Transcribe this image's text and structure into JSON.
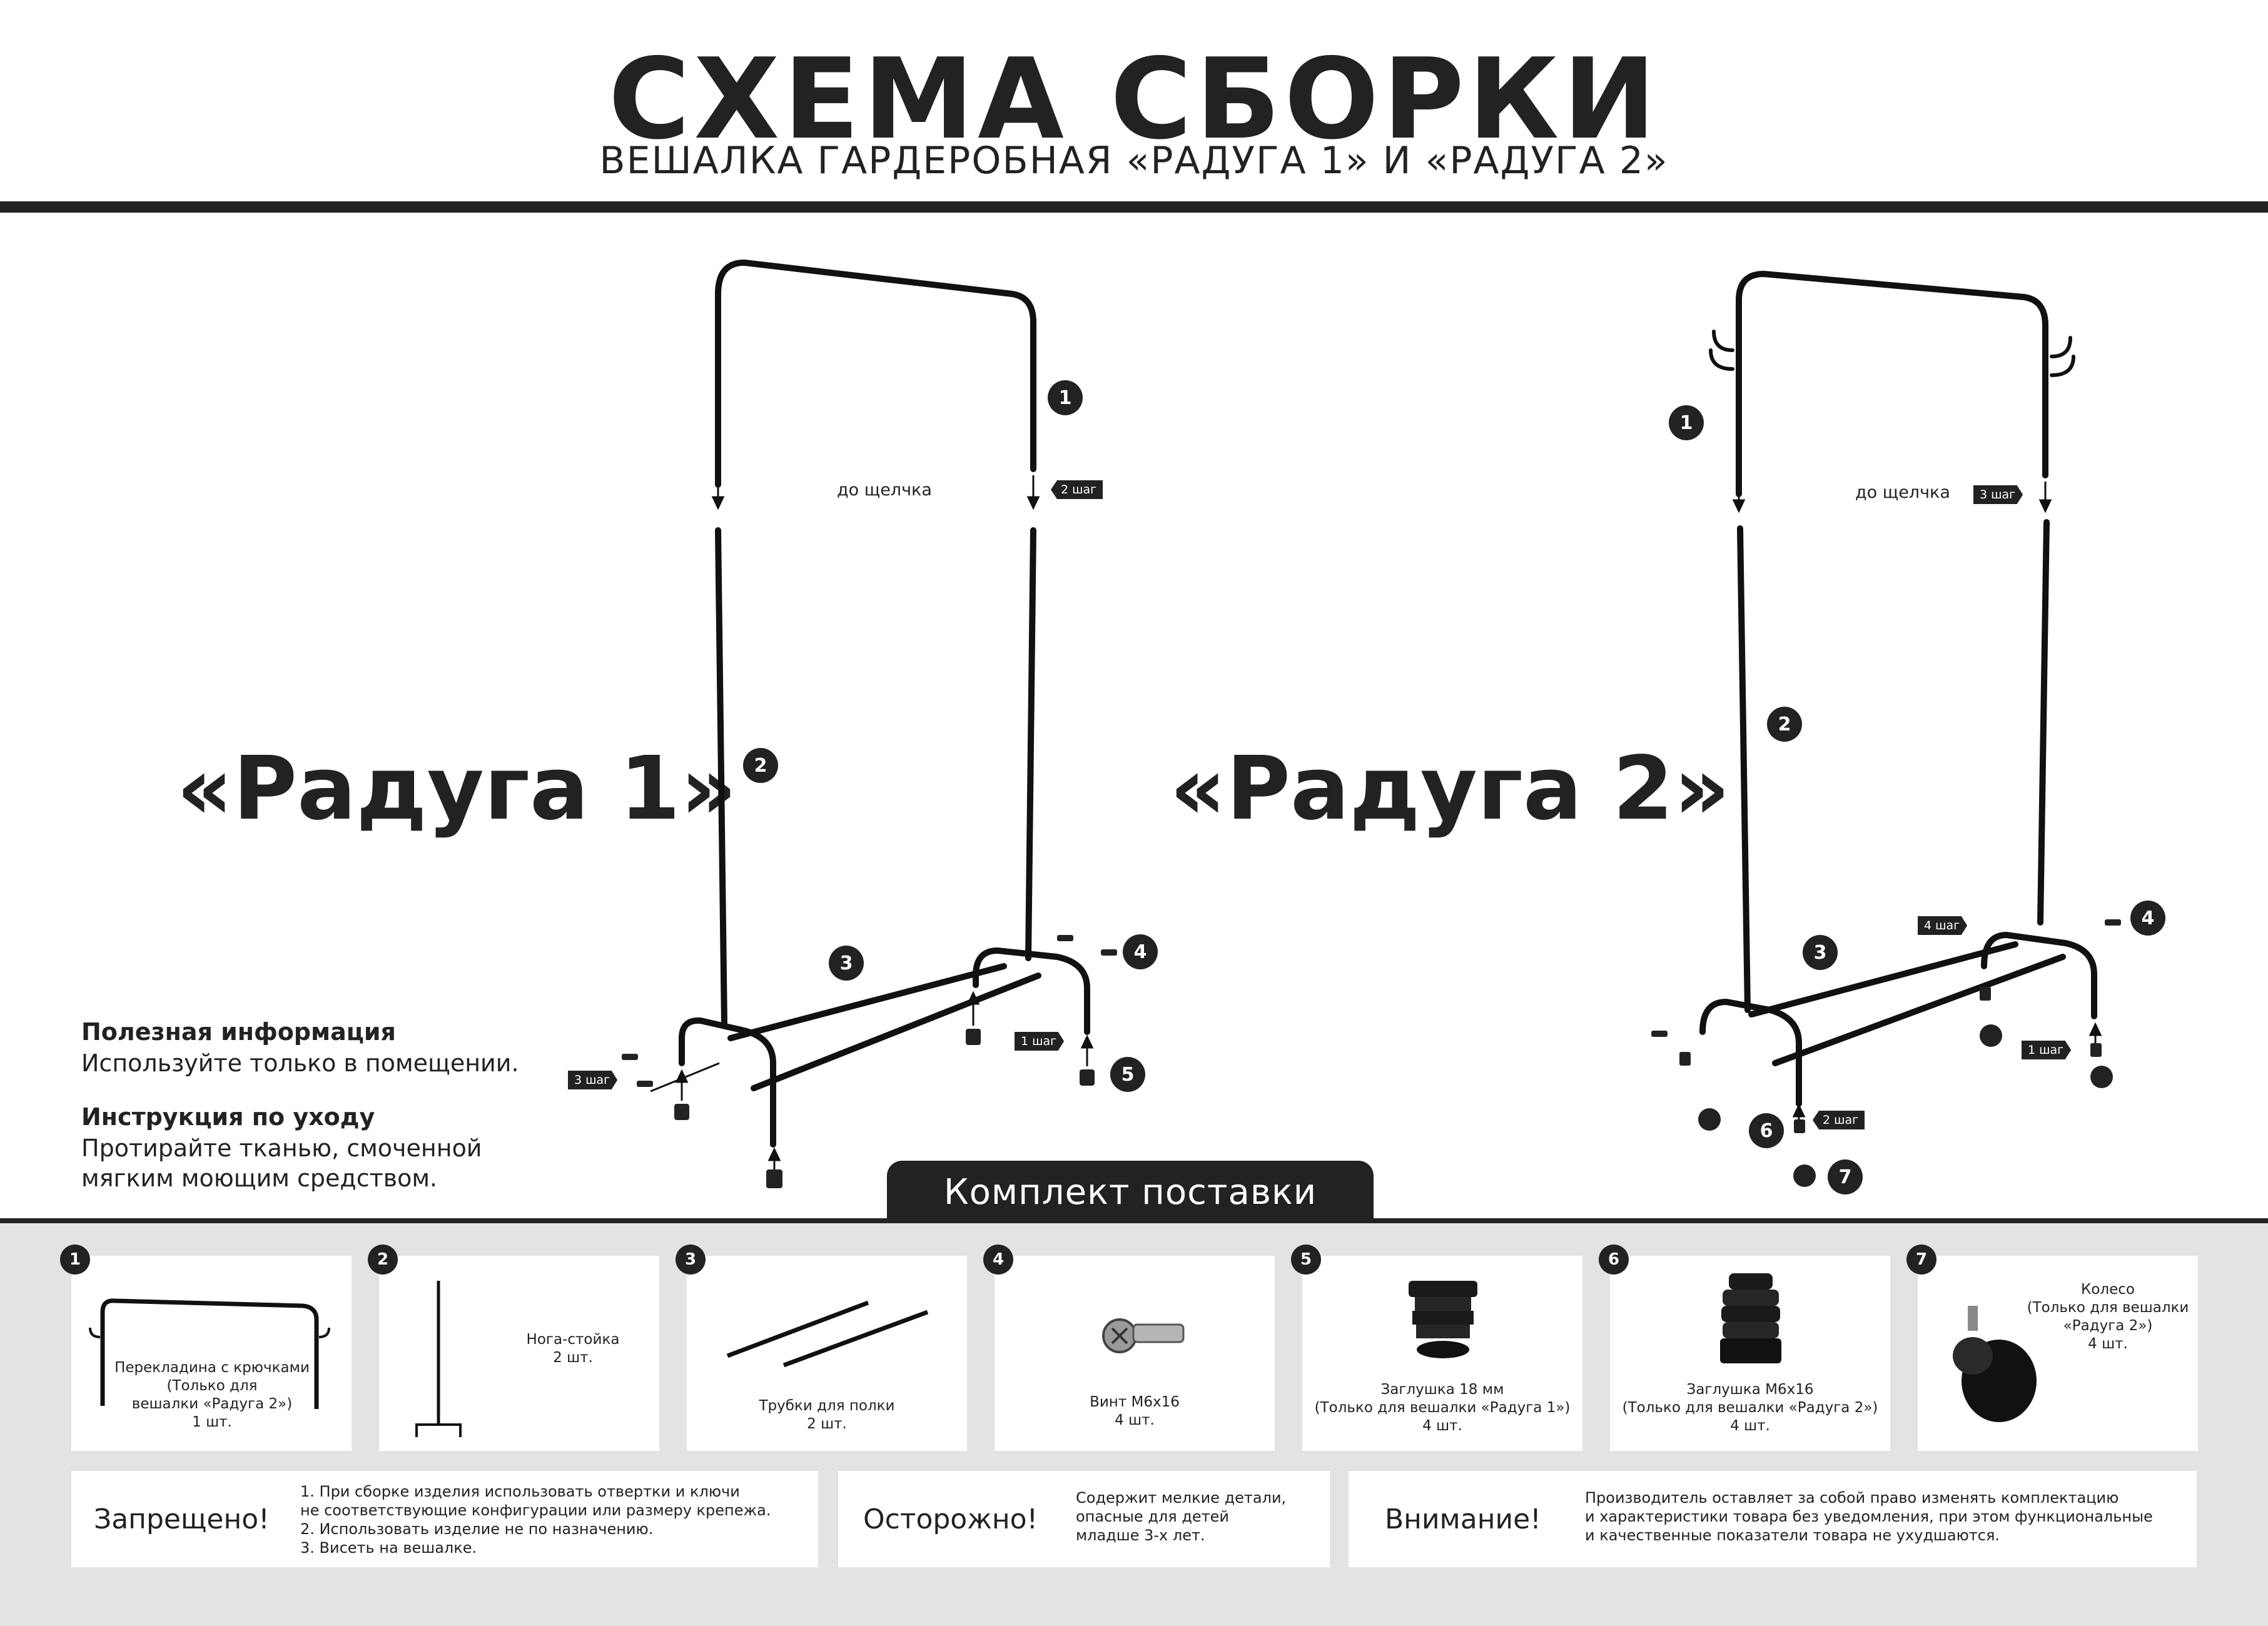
{
  "header": {
    "title": "СХЕМА СБОРКИ",
    "subtitle": "ВЕШАЛКА ГАРДЕРОБНАЯ «РАДУГА 1» И «РАДУГА 2»"
  },
  "models": {
    "left_name": "«Радуга 1»",
    "right_name": "«Радуга 2»"
  },
  "diagram_left": {
    "click_label": "до щелчка",
    "steps": [
      "1 шаг",
      "2 шаг",
      "3 шаг"
    ],
    "badges": [
      "1",
      "2",
      "3",
      "4",
      "5"
    ]
  },
  "diagram_right": {
    "click_label": "до щелчка",
    "steps": [
      "1 шаг",
      "2 шаг",
      "3 шаг",
      "4 шаг"
    ],
    "badges": [
      "1",
      "2",
      "3",
      "4",
      "6",
      "7"
    ]
  },
  "info": {
    "useful_title": "Полезная информация",
    "useful_text": "Используйте только в помещении.",
    "care_title": "Инструкция по уходу",
    "care_line1": "Протирайте тканью, смоченной",
    "care_line2": "мягким моющим средством."
  },
  "kit": {
    "banner": "Комплект поставки",
    "items": [
      {
        "num": "1",
        "text": "Перекладина с крючками\n(Только для\nвешалки «Радуга 2»)\n1 шт."
      },
      {
        "num": "2",
        "text": "Нога-стойка\n2 шт."
      },
      {
        "num": "3",
        "text": "Трубки для полки\n2 шт."
      },
      {
        "num": "4",
        "text": "Винт М6х16\n4 шт."
      },
      {
        "num": "5",
        "text": "Заглушка 18 мм\n(Только для вешалки «Радуга 1»)\n4 шт."
      },
      {
        "num": "6",
        "text": "Заглушка М6х16\n(Только для вешалки «Радуга 2»)\n4 шт."
      },
      {
        "num": "7",
        "text": "Колесо\n(Только для вешалки\n«Радуга 2»)\n4 шт."
      }
    ]
  },
  "warnings": {
    "forbidden_title": "Запрещено!",
    "forbidden_text": "1. При сборке изделия использовать отвертки и ключи\n    не соответствующие конфигурации или размеру крепежа.\n2. Использовать изделие не по назначению.\n3. Висеть на вешалке.",
    "caution_title": "Осторожно!",
    "caution_text": "Содержит мелкие детали,\nопасные для детей\nмладше 3-х лет.",
    "attention_title": "Внимание!",
    "attention_text": "Производитель оставляет за собой право изменять комплектацию\nи характеристики товара без уведомления, при этом функциональные\nи качественные показатели товара не ухудшаются."
  }
}
